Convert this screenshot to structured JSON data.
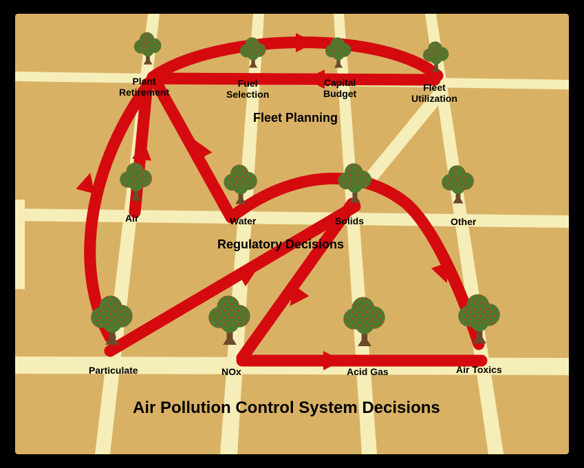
{
  "colors": {
    "frame": "#000000",
    "land": "#D9B165",
    "road": "#F6EEB8",
    "arrow": "#D40A0F",
    "tree_canopy": "#4E7A2E",
    "tree_trunk": "#6B4A2A",
    "tree_dots": "#C0352B",
    "text": "#000000"
  },
  "sections": {
    "fleet_planning": "Fleet Planning",
    "regulatory": "Regulatory Decisions",
    "apcs": "Air Pollution Control System Decisions"
  },
  "nodes": {
    "plant_retirement": [
      "Plant",
      "Retirement"
    ],
    "fuel_selection": [
      "Fuel",
      "Selection"
    ],
    "capital_budget": [
      "Capital",
      "Budget"
    ],
    "fleet_utilization": [
      "Fleet",
      "Utilization"
    ],
    "air": "Air",
    "water": "Water",
    "solids": "Solids",
    "other": "Other",
    "particulate": "Particulate",
    "nox": "NOx",
    "acid_gas": "Acid Gas",
    "air_toxics": "Air Toxics"
  },
  "icons": [
    "tree-icon",
    "arrowhead-icon"
  ]
}
